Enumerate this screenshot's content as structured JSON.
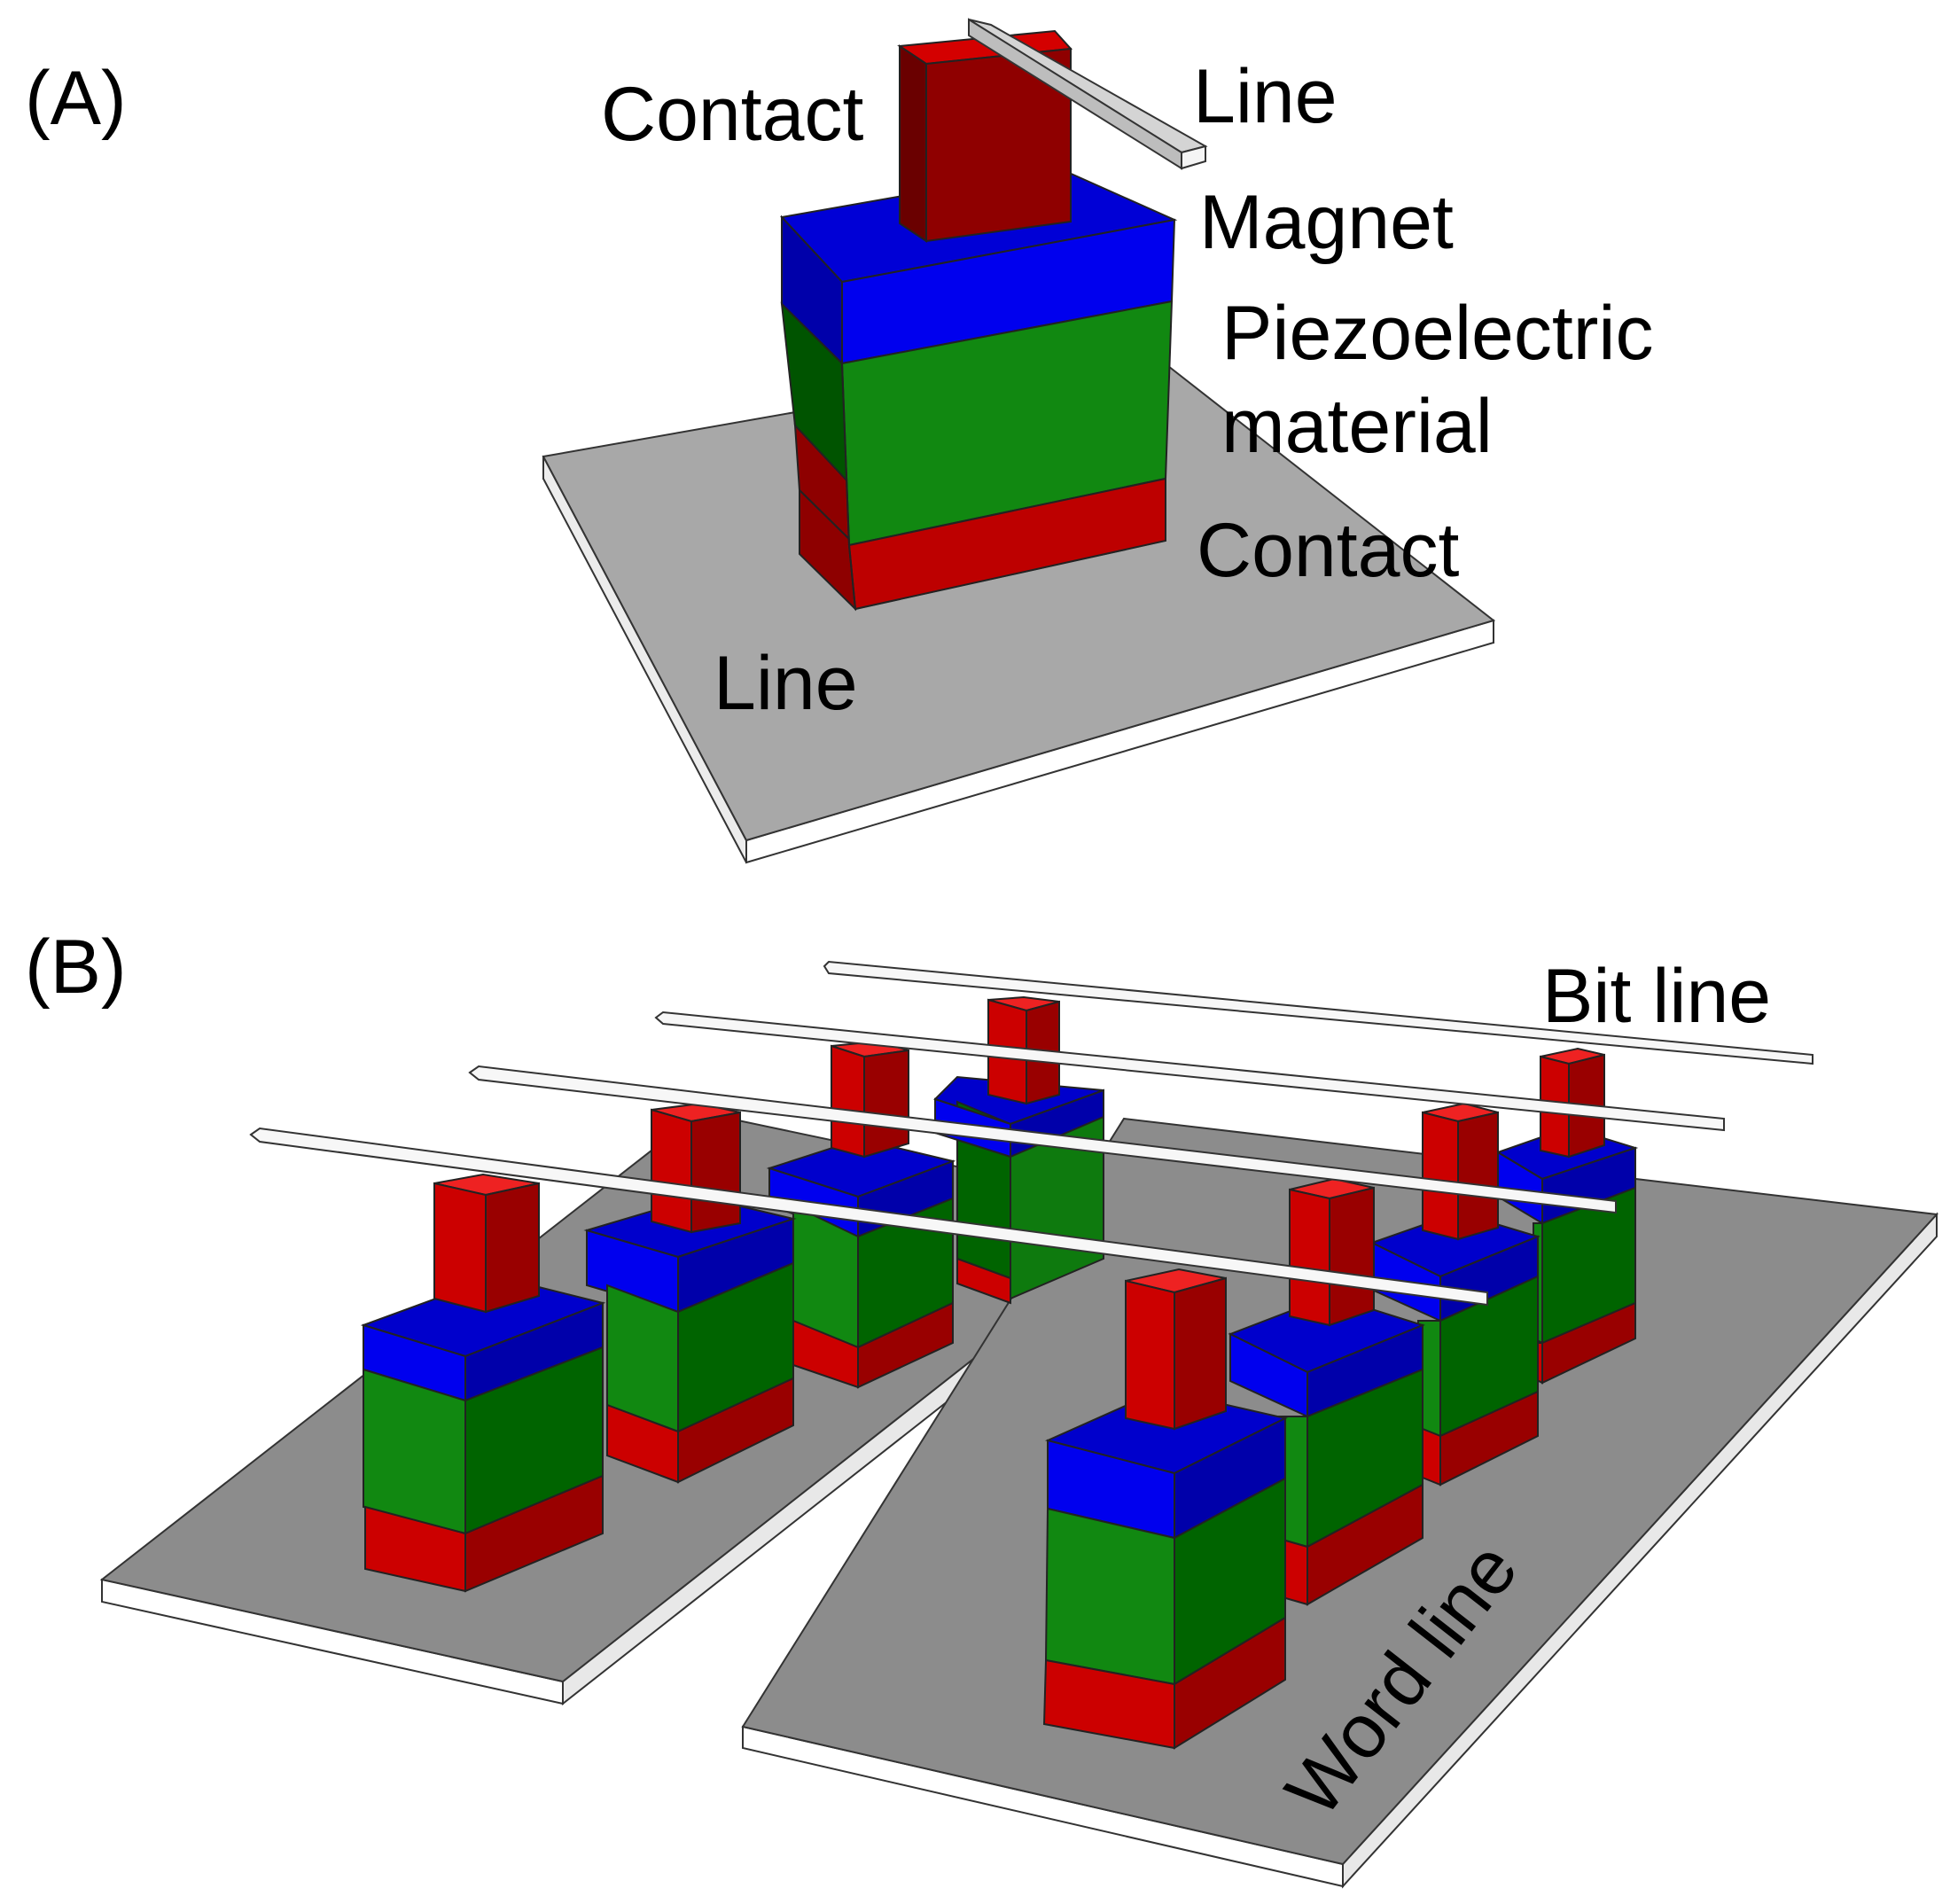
{
  "panel_a": {
    "label": "(A)",
    "labels": {
      "top_contact": "Contact",
      "top_line": "Line",
      "magnet": "Magnet",
      "piezo_line1": "Piezoelectric",
      "piezo_line2": "material",
      "bottom_contact": "Contact",
      "bottom_line": "Line"
    }
  },
  "panel_b": {
    "label": "(B)",
    "bit_line_label": "Bit line",
    "word_line_label": "Word line",
    "bit_line_count": 4,
    "word_line_count": 2,
    "cell_count": 8
  },
  "colors": {
    "contact": "#cc0000",
    "magnet": "#0000ee",
    "piezoelectric": "#118811",
    "line": "#a6a6a6",
    "line_edge": "#f0f0f0"
  }
}
